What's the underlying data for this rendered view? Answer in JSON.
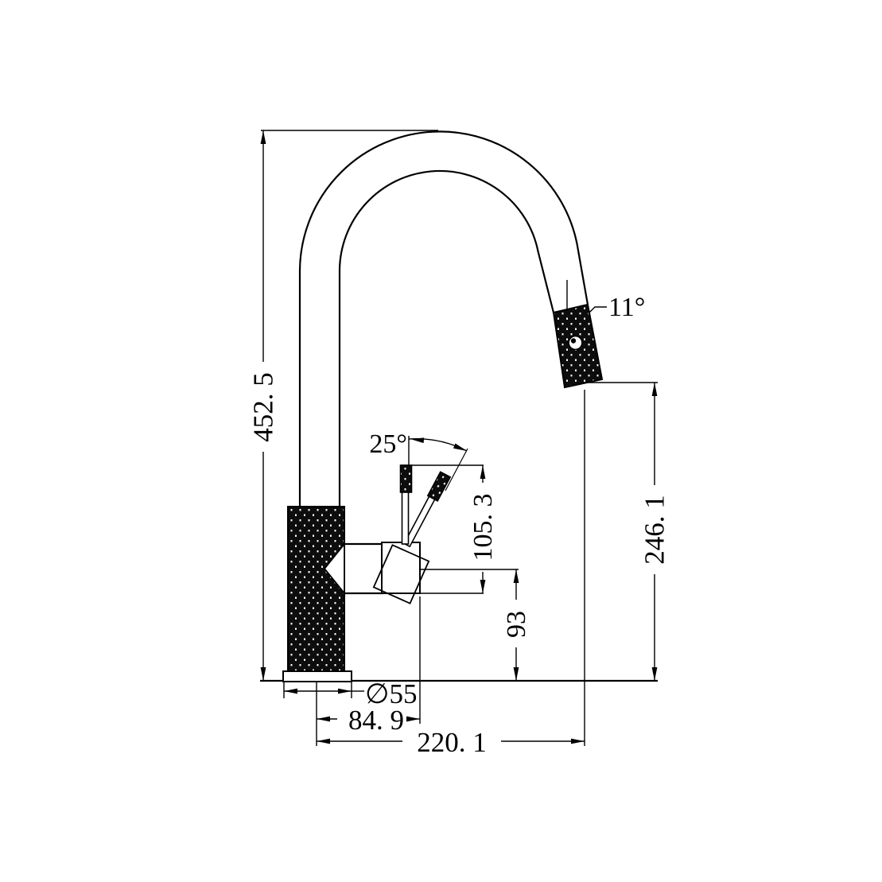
{
  "page": {
    "background_color": "#ffffff",
    "line_color": "#000000"
  },
  "drawing": {
    "subject": "kitchen pull-out mixer tap, side elevation technical drawing",
    "dims": {
      "overall_height": "452. 5",
      "head_to_base_height": "246. 1",
      "handle_top_height": "105. 3",
      "outlet_height": "93",
      "handle_swing_angle": "25°",
      "spray_head_angle": "11°",
      "base_diameter": "∅55",
      "handle_center_offset": "84. 9",
      "spout_reach": "220. 1"
    }
  }
}
